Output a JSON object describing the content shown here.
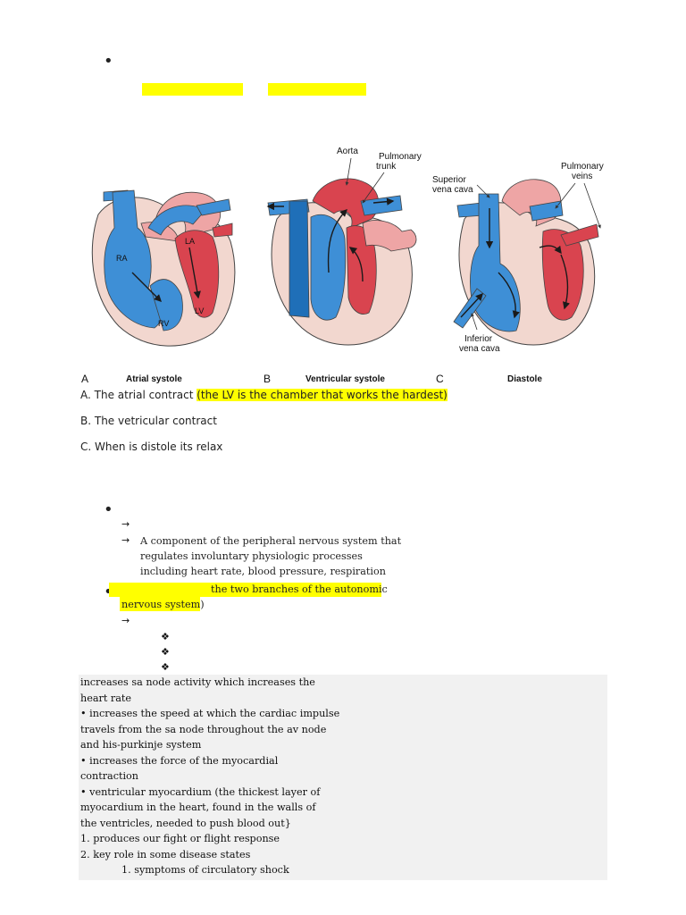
{
  "figure": {
    "annotations": {
      "aorta": "Aorta",
      "pulmonary_trunk": "Pulmonary trunk",
      "superior_vena_cava": "Superior vena cava",
      "pulmonary_veins": "Pulmonary veins",
      "inferior_vena_cava": "Inferior vena cava",
      "ra": "RA",
      "la": "LA",
      "rv": "RV",
      "lv": "LV"
    },
    "panels": [
      {
        "letter": "A",
        "title": "Atrial systole"
      },
      {
        "letter": "B",
        "title": "Ventricular systole"
      },
      {
        "letter": "C",
        "title": "Diastole"
      }
    ],
    "colors": {
      "blood_blue": "#3e8fd6",
      "blood_red": "#d9444f",
      "light_red": "#eea5a5",
      "tissue": "#f2d7cf"
    }
  },
  "notes": {
    "a_prefix": "A. The atrial contract ",
    "a_highlight": "(the LV is the chamber that works the hardest)",
    "b": "B.  The vetricular contract",
    "c": "C. When is distole its relax"
  },
  "ans": {
    "arrow_bullet": "→",
    "text_lines": [
      "A component of the peripheral nervous system that",
      "regulates involuntary physiologic processes",
      "including heart rate, blood pressure, respiration"
    ]
  },
  "branches": {
    "line1": "the two branches of the autonomic",
    "line2": "nervous system)",
    "arrow_bullet": "→",
    "diamond_bullet": "❖"
  },
  "sympathetic_box": {
    "lines": [
      " increases sa node activity which increases the",
      "heart rate",
      "• increases the speed at which the cardiac impulse",
      "travels from the sa node throughout the av node",
      "and his-purkinje system",
      "• increases the force of the myocardial",
      "contraction",
      "• ventricular myocardium (the thickest layer of",
      "myocardium in the heart, found in the walls of",
      "the ventricles, needed to push blood out}",
      "1. produces our fight or flight response",
      "2. key role in some disease states",
      "1. symptoms of circulatory shock"
    ]
  }
}
